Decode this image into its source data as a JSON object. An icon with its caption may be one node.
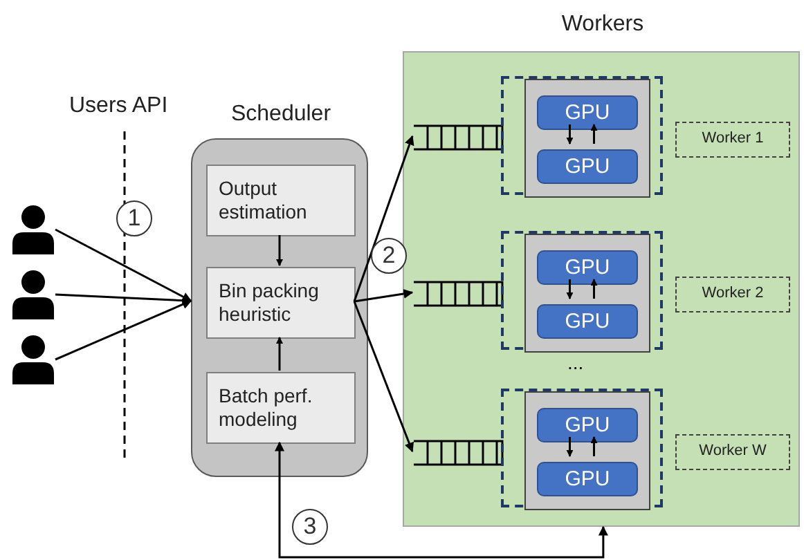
{
  "diagram": {
    "nodes": [
      {
        "text": [
          "Workers"
        ]
      },
      {
        "text": [
          "Scheduler"
        ]
      },
      {
        "text": [
          "Output estimation"
        ],
        "in": 1
      },
      {
        "text": [
          "Bin packing heuristic"
        ],
        "in": 1
      },
      {
        "text": [
          "Batch perf. modeling"
        ],
        "in": 1
      },
      {
        "text": [],
        "shape": "person"
      },
      {
        "text": [],
        "shape": "person"
      },
      {
        "text": [],
        "shape": "person"
      },
      {
        "text": [],
        "shape": "queue",
        "in": 0
      },
      {
        "text": [],
        "shape": "queue",
        "in": 0
      },
      {
        "text": [],
        "shape": "queue",
        "in": 0
      },
      {
        "text": [],
        "shape": "box",
        "in": 0
      },
      {
        "text": [],
        "shape": "box",
        "in": 11
      },
      {
        "text": [
          "GPU"
        ],
        "in": 12
      },
      {
        "text": [
          "GPU"
        ],
        "in": 12
      },
      {
        "text": [
          "Worker 1"
        ],
        "in": 0
      },
      {
        "text": [],
        "shape": "box",
        "in": 0
      },
      {
        "text": [],
        "shape": "box",
        "in": 16
      },
      {
        "text": [
          "GPU"
        ],
        "in": 17
      },
      {
        "text": [
          "GPU"
        ],
        "in": 17
      },
      {
        "text": [
          "Worker 2"
        ],
        "in": 0
      },
      {
        "text": [],
        "shape": "box",
        "in": 0
      },
      {
        "text": [],
        "shape": "box",
        "in": 21
      },
      {
        "text": [
          "GPU"
        ],
        "in": 22
      },
      {
        "text": [
          "GPU"
        ],
        "in": 22
      },
      {
        "text": [
          "Worker W"
        ],
        "in": 0
      }
    ],
    "edges": [
      {
        "from": 5,
        "to": 1,
        "arrow": "to"
      },
      {
        "from": 6,
        "to": 1,
        "arrow": "to"
      },
      {
        "from": 7,
        "to": 1,
        "arrow": "to"
      },
      {
        "from": 2,
        "to": 3,
        "arrow": "to"
      },
      {
        "from": 4,
        "to": 3,
        "arrow": "to"
      },
      {
        "from": 3,
        "to": 8,
        "arrow": "to"
      },
      {
        "from": 3,
        "to": 9,
        "arrow": "to"
      },
      {
        "from": 3,
        "to": 10,
        "arrow": "to"
      },
      {
        "from": 13,
        "to": 14,
        "arrow": "to"
      },
      {
        "from": 14,
        "to": 13,
        "arrow": "to"
      },
      {
        "from": 18,
        "to": 19,
        "arrow": "to"
      },
      {
        "from": 19,
        "to": 18,
        "arrow": "to"
      },
      {
        "from": 23,
        "to": 24,
        "arrow": "to"
      },
      {
        "from": 24,
        "to": 23,
        "arrow": "to"
      },
      {
        "from": 4,
        "to": 0,
        "arrow": "both"
      }
    ],
    "labels": [
      "Users API",
      "1",
      "2",
      "3",
      "..."
    ]
  }
}
